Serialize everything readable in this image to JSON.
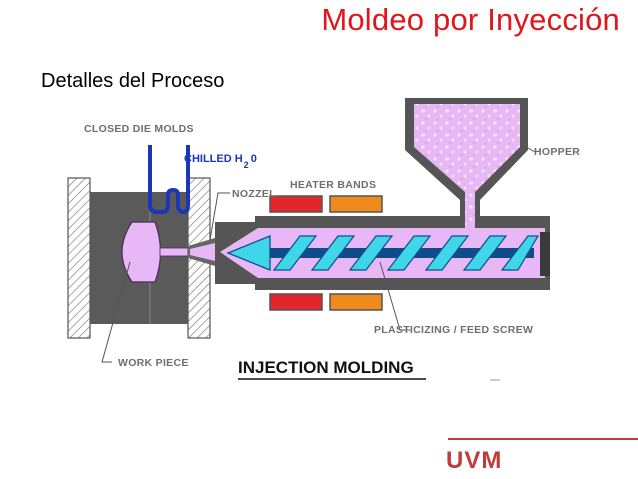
{
  "slide": {
    "title": "Moldeo por Inyección",
    "subtitle": "Detalles del Proceso"
  },
  "diagram": {
    "labels": {
      "closed_die_molds": "CLOSED DIE MOLDS",
      "chilled": "CHILLED H",
      "chilled_sub": "2",
      "chilled_o": "0",
      "nozzel": "NOZZEL",
      "heater_bands": "HEATER BANDS",
      "hopper": "HOPPER",
      "plasticizing": "PLASTICIZING / FEED SCREW",
      "work_piece": "WORK PIECE",
      "caption": "INJECTION MOLDING"
    },
    "colors": {
      "plastic": "#e7b8f5",
      "screw": "#3fd6ea",
      "heater_red": "#e3262a",
      "heater_orange": "#f08a1c",
      "water": "#1d36b8",
      "barrel_dark": "#555555"
    }
  },
  "brand": {
    "logo_text": "UVM",
    "color": "#c23a3a"
  }
}
